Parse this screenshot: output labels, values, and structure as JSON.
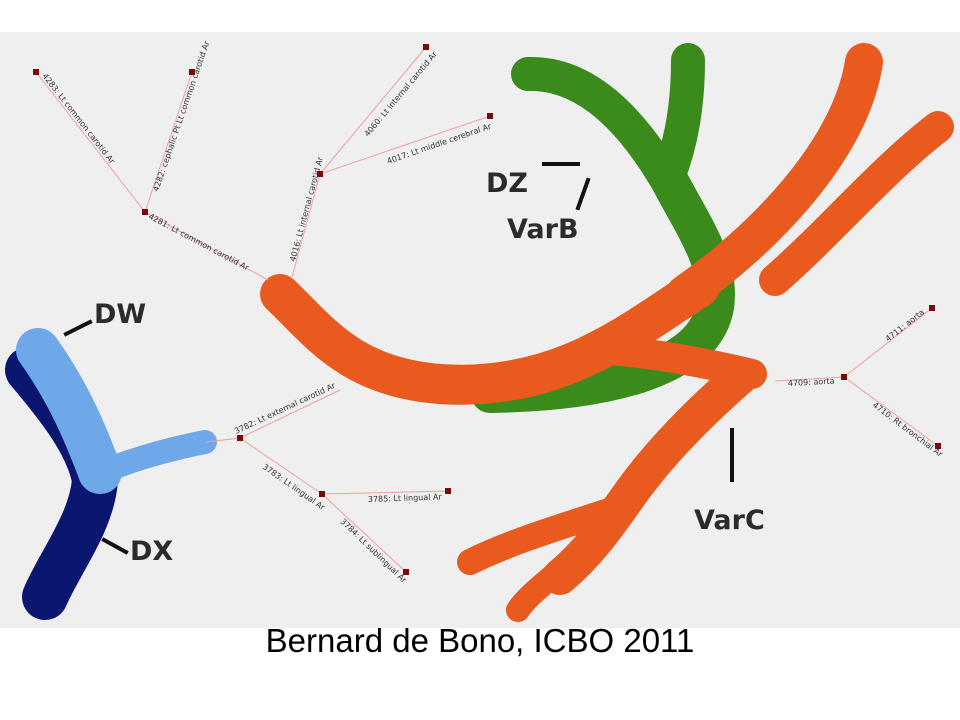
{
  "caption": "Bernard de Bono, ICBO 2011",
  "colors": {
    "background": "#efefef",
    "orange": "#e85a1e",
    "green": "#3a8a1c",
    "light_blue": "#6ea8e8",
    "dark_blue": "#0a1670",
    "edge": "#f0a0a0",
    "node": "#7a0a0a"
  },
  "branch_labels": {
    "dw": "DW",
    "dx": "DX",
    "dz": "DZ",
    "varb": "VarB",
    "varc": "VarC"
  },
  "node_labels": {
    "n4283": "4283: Lt common carotid Ar",
    "n4282": "4282: cephalic Pt Lt common carotid Ar",
    "n4281": "4281: Lt common carotid Ar",
    "n4060": "4060: Lt internal carotid Ar",
    "n4017": "4017: Lt middle cerebral Ar",
    "n4016": "4016: Lt internal carotid Ar",
    "n3782": "3782: Lt external carotid Ar",
    "n3783": "3783: Lt lingual Ar",
    "n3785": "3785: Lt lingual Ar",
    "n3784": "3784: Lt sublingual Ar",
    "n4709": "4709: aorta",
    "n4711": "4711: aorta",
    "n4710": "4710: Rt bronchial Ar"
  }
}
